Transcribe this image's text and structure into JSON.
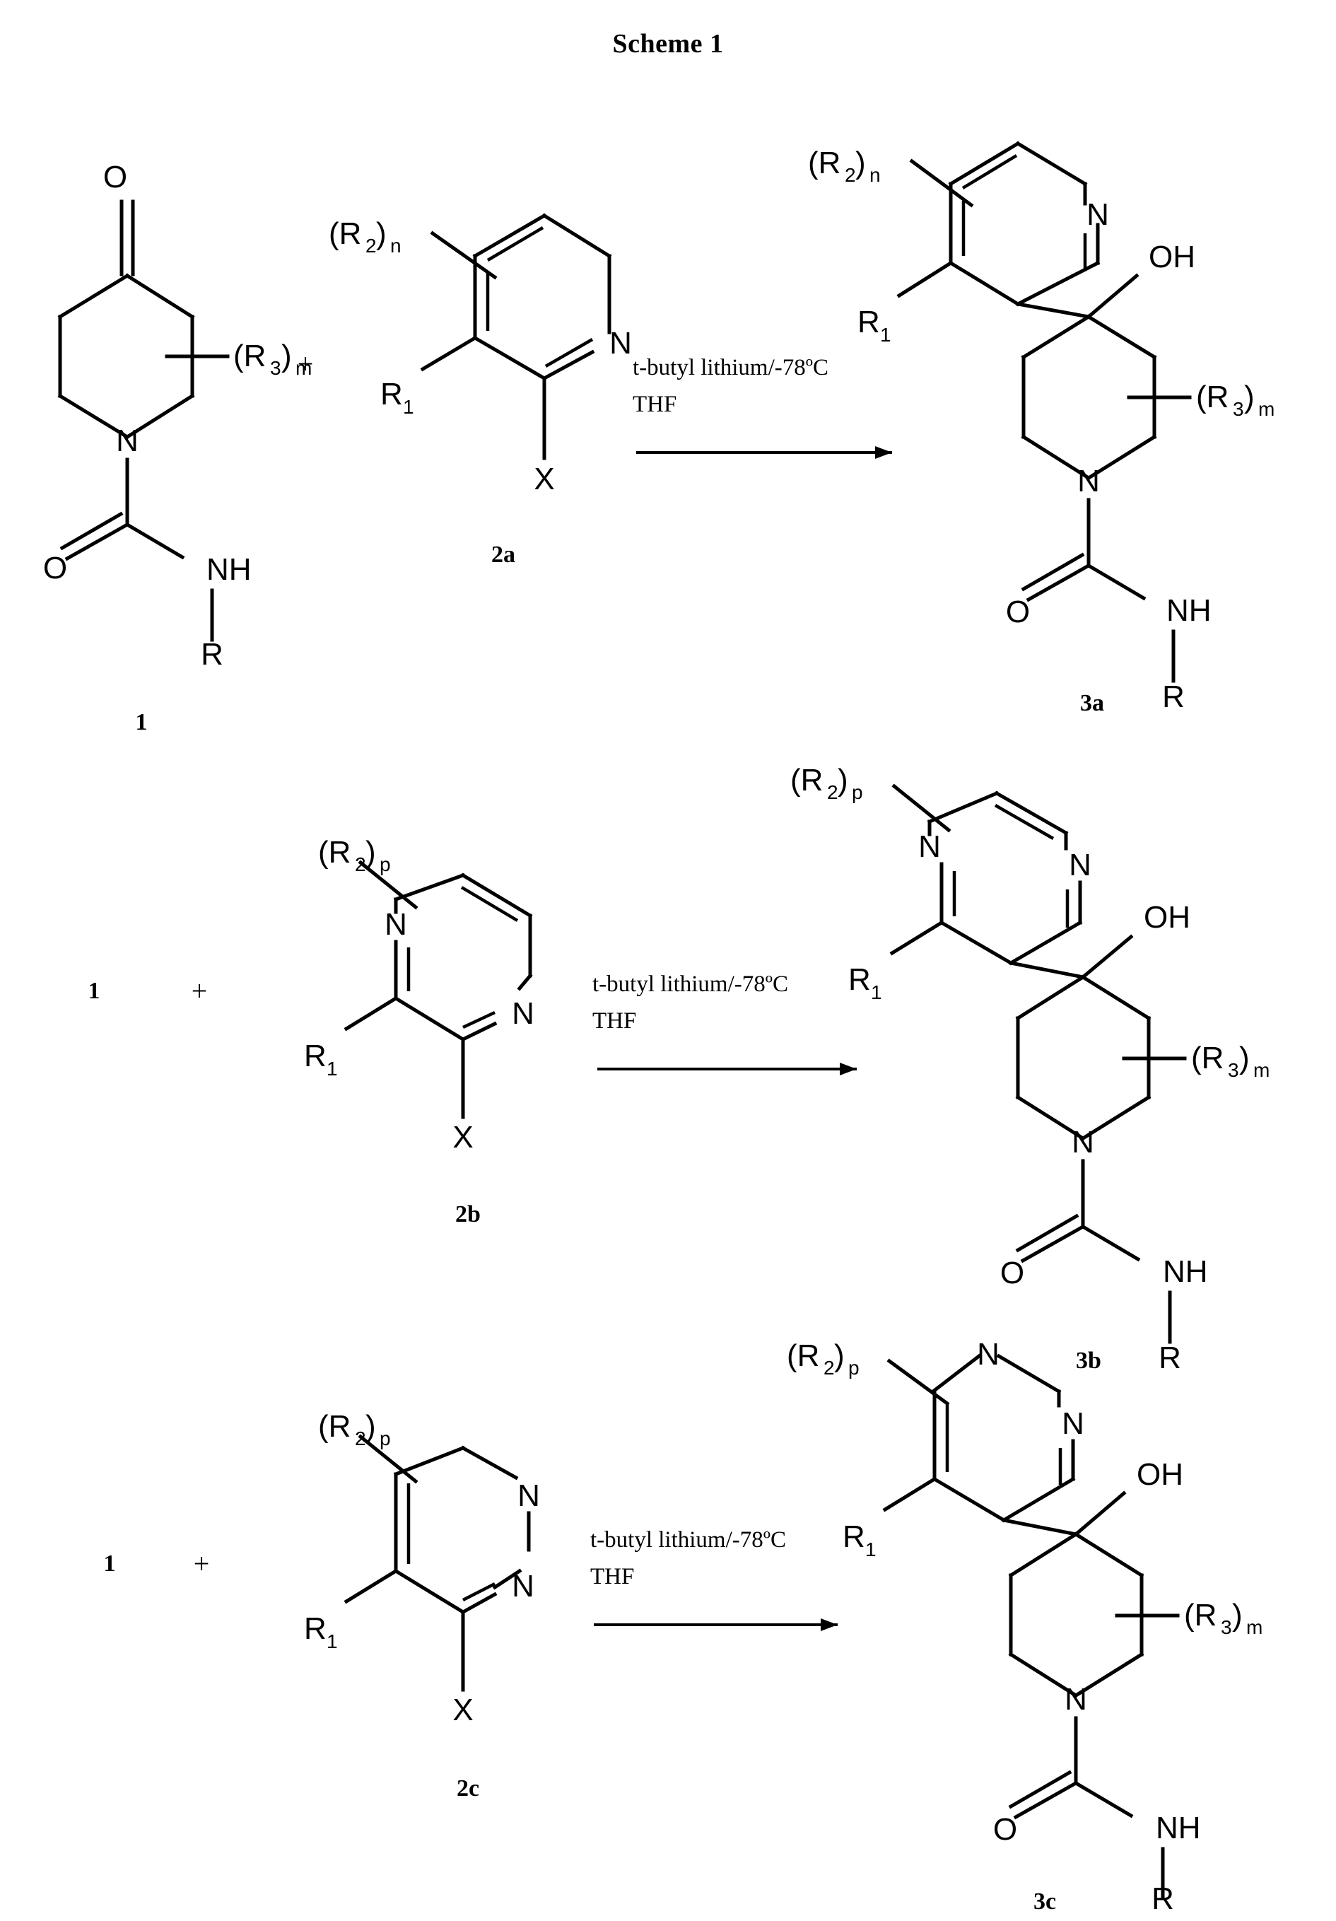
{
  "title": "Scheme 1",
  "labels": {
    "plus": "+",
    "atom_O": "O",
    "atom_N": "N",
    "atom_NH": "NH",
    "atom_R": "R",
    "atom_X": "X",
    "atom_OH": "OH",
    "R1": "R",
    "R1_sub": "1",
    "R2_open": "(R",
    "R2_sub": "2",
    "R2_close_n": ")",
    "sub_n": "n",
    "sub_p": "p",
    "sub_m": "m",
    "R3_open": "(R",
    "R3_sub": "3",
    "R3_close": ")"
  },
  "compounds": {
    "c1": "1",
    "c2a": "2a",
    "c2b": "2b",
    "c2c": "2c",
    "c3a": "3a",
    "c3b": "3b",
    "c3c": "3c"
  },
  "conditions": {
    "reagent": "t-butyl lithium/-78ºC",
    "solvent": "THF"
  },
  "reactions": [
    {
      "id": "row-a",
      "reactant1": "1",
      "reactant2": "2a",
      "reactant2_ring": "pyridine",
      "product": "3a",
      "reagent": "t-butyl lithium/-78ºC",
      "solvent": "THF",
      "substituent_count_label": "n"
    },
    {
      "id": "row-b",
      "reactant1": "1",
      "reactant2": "2b",
      "reactant2_ring": "pyrazine",
      "product": "3b",
      "reagent": "t-butyl lithium/-78ºC",
      "solvent": "THF",
      "substituent_count_label": "p"
    },
    {
      "id": "row-c",
      "reactant1": "1",
      "reactant2": "2c",
      "reactant2_ring": "pyrimidine",
      "product": "3c",
      "reagent": "t-butyl lithium/-78ºC",
      "solvent": "THF",
      "substituent_count_label": "p"
    }
  ],
  "colors": {
    "ink": "#000000",
    "background": "#ffffff"
  }
}
